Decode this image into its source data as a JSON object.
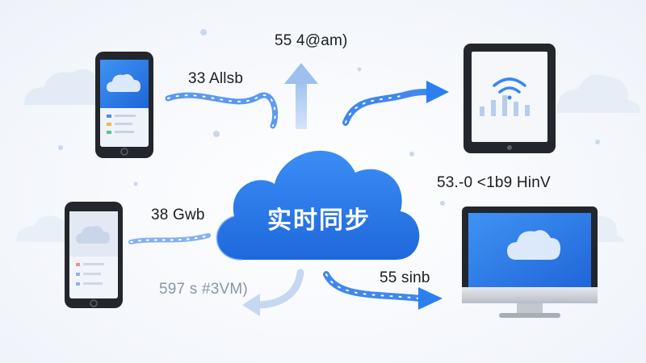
{
  "hub": {
    "label": "实时同步"
  },
  "labels": {
    "top_center": "55 4@am)",
    "top_left": "33 Allsb",
    "mid_left": "38 Gwb",
    "bottom_left": "597 s #3VM)",
    "right_mid": "53.-0 <1b9 HinV",
    "bottom_right": "55 sinb"
  },
  "colors": {
    "accent": "#2d7ff0",
    "accent_dark": "#1e63d6",
    "device_frame": "#23262d",
    "cloud_bg": "#e3ebf6"
  },
  "devices": [
    {
      "name": "phone",
      "icon": "cloud-icon"
    },
    {
      "name": "phone",
      "icon": "cloud-icon"
    },
    {
      "name": "tablet",
      "icon": "wifi-icon"
    },
    {
      "name": "monitor",
      "icon": "cloud-icon"
    }
  ]
}
